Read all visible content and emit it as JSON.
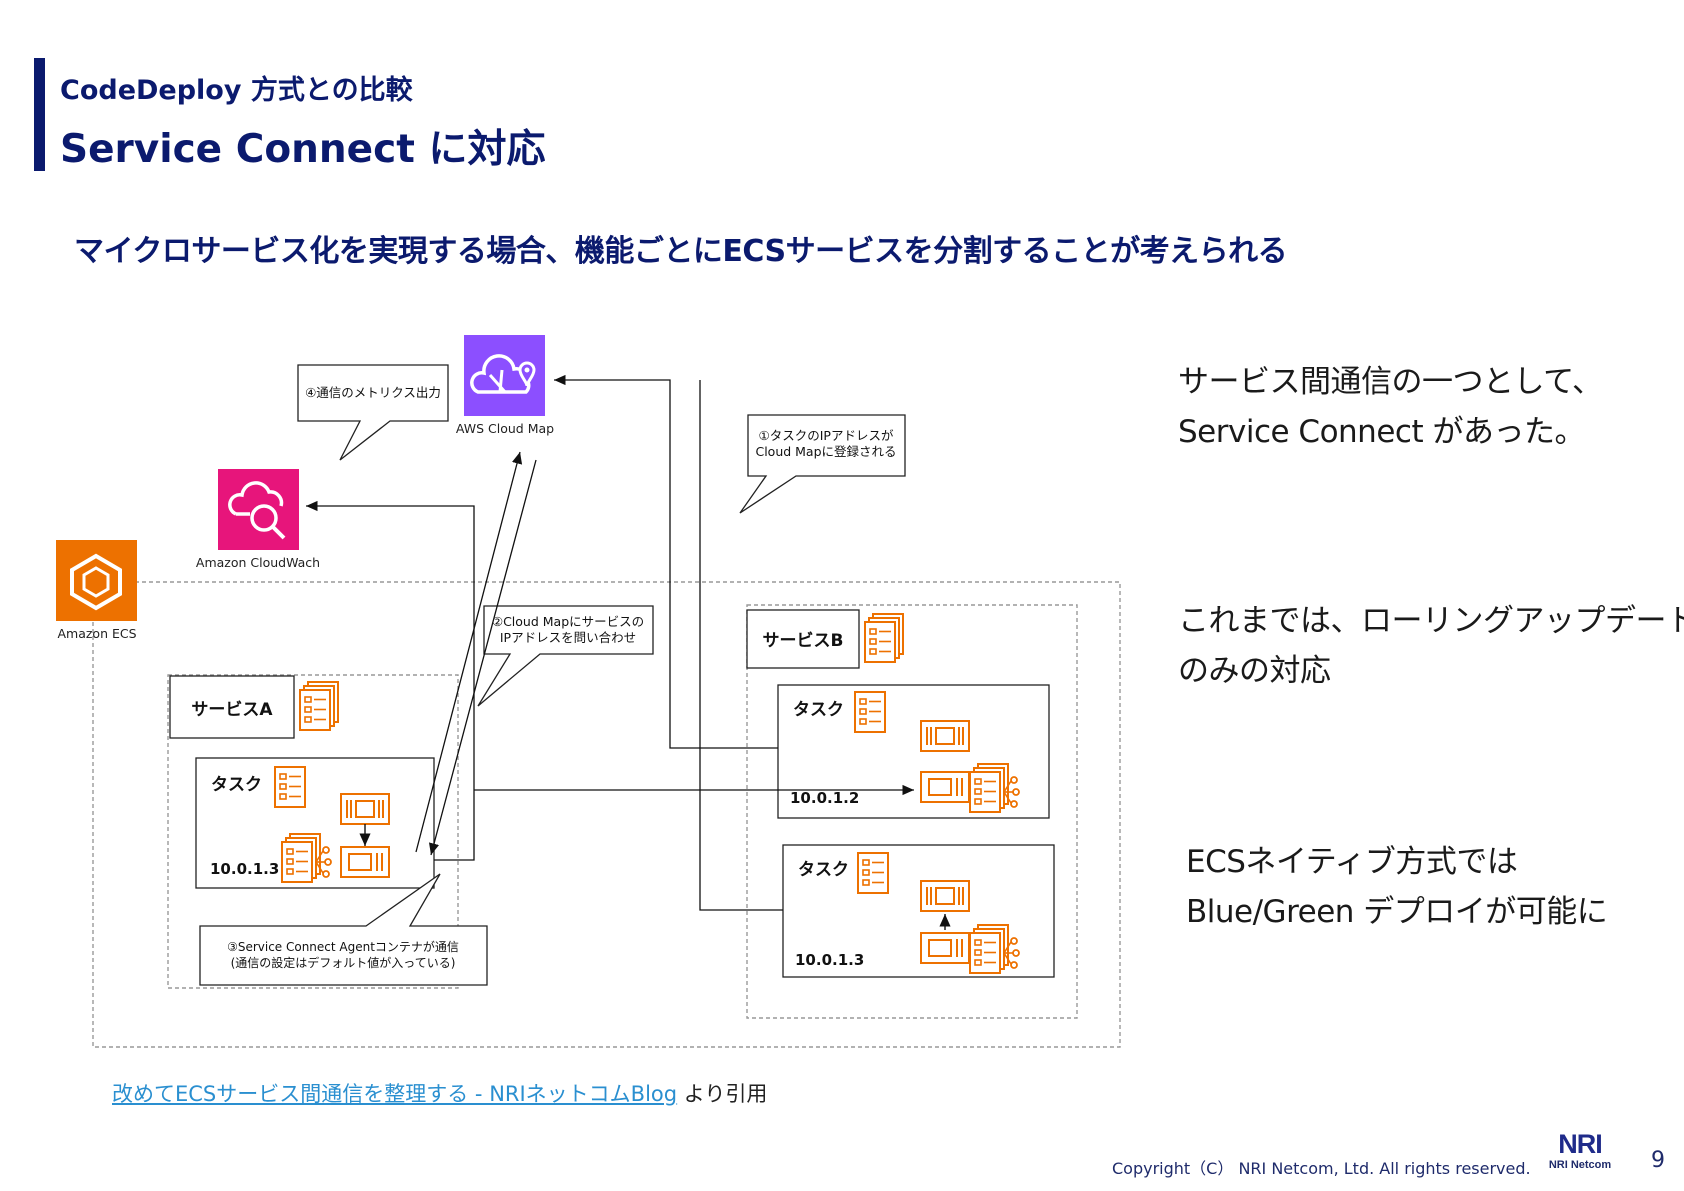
{
  "header": {
    "subtitle": "CodeDeploy 方式との比較",
    "title": "Service Connect に対応"
  },
  "lead": "マイクロサービス化を実現する場合、機能ごとにECSサービスを分割することが考えられる",
  "diagram": {
    "cloud_map_label": "AWS Cloud Map",
    "cloudwatch_label": "Amazon CloudWach",
    "ecs_label": "Amazon ECS",
    "service_a_label": "サービスA",
    "service_b_label": "サービスB",
    "task_label": "タスク",
    "task_a_ip": "10.0.1.3",
    "task_b1_ip": "10.0.1.2",
    "task_b2_ip": "10.0.1.3",
    "callout_metrics": "④通信のメトリクス出力",
    "callout_register_1": "①タスクのIPアドレスが",
    "callout_register_2": "Cloud Mapに登録される",
    "callout_query_1": "②Cloud Mapにサービスの",
    "callout_query_2": "IPアドレスを問い合わせ",
    "callout_agent_1": "③Service Connect Agentコンテナが通信",
    "callout_agent_2": "(通信の設定はデフォルト値が入っている)",
    "colors": {
      "cloud_map": "#8c4fff",
      "cloudwatch": "#e7157b",
      "ecs": "#ed7100",
      "task_icon": "#ed7100"
    }
  },
  "notes": {
    "note1_line1": "サービス間通信の一つとして、",
    "note1_line2": "Service Connect があった。",
    "note2_line1": "これまでは、ローリングアップデート",
    "note2_line2": "のみの対応",
    "note3_line1": "ECSネイティブ方式では",
    "note3_line2": "Blue/Green デプロイが可能に"
  },
  "source": {
    "link_text": "改めてECSサービス間通信を整理する - NRIネットコムBlog",
    "suffix": " より引用"
  },
  "footer": {
    "copyright": "Copyright（C） NRI Netcom, Ltd. All rights reserved.",
    "logo_main": "NRI",
    "logo_sub": "NRI Netcom",
    "page_number": "9"
  }
}
